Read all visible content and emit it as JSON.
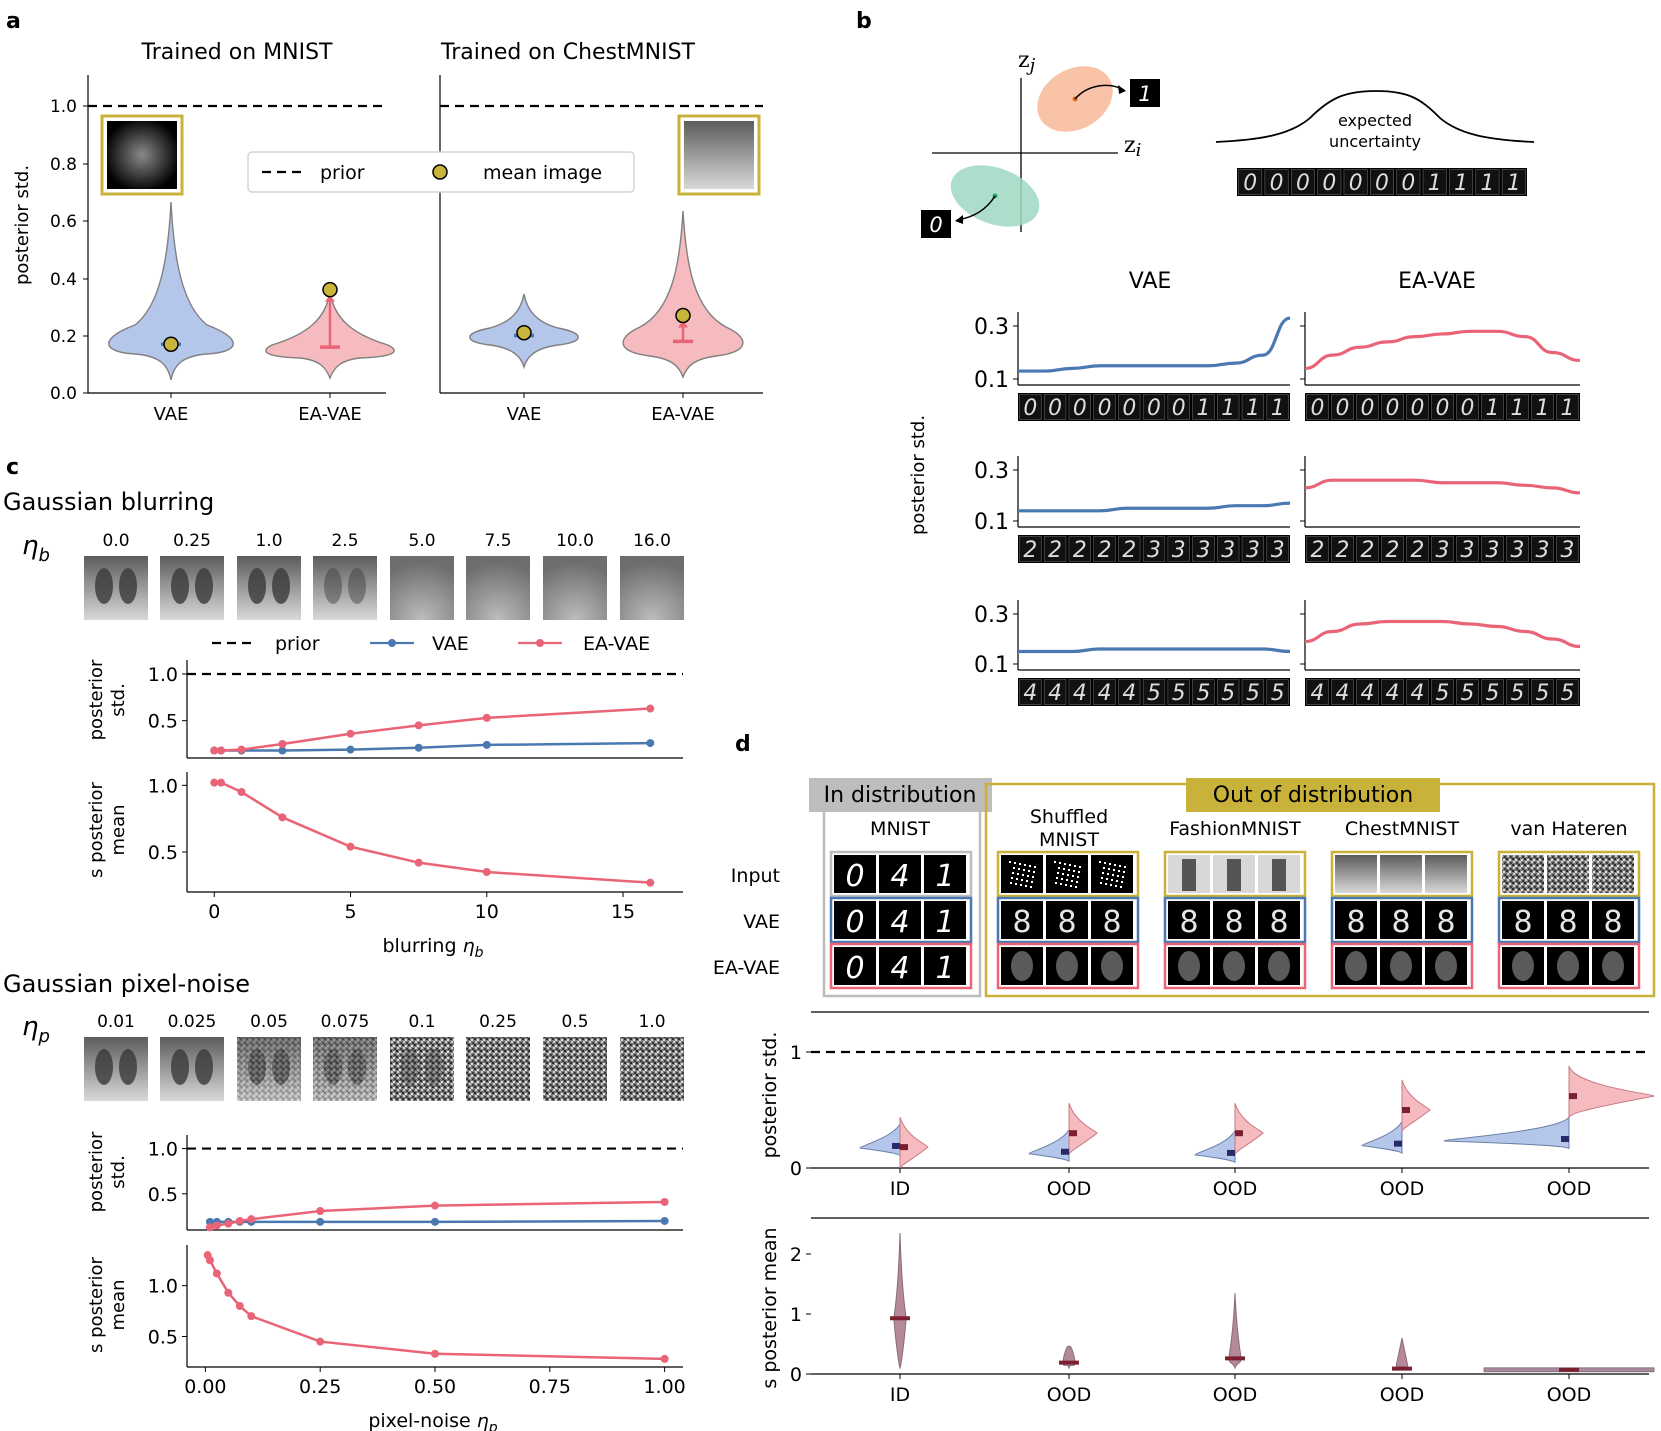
{
  "colors": {
    "vae": "#4a78b1",
    "eavae": "#e96477",
    "vae_fill": "#b4c6ea",
    "eavae_fill": "#f6bbbe",
    "mean_image": "#c9b43c",
    "gold_box": "#c8b23a",
    "gray_box": "#bdbdbd"
  },
  "panel_a": {
    "label": "a",
    "ylabel": "posterior std.",
    "yticks": [
      "0.0",
      "0.2",
      "0.4",
      "0.6",
      "0.8",
      "1.0"
    ],
    "legend": {
      "prior": "prior",
      "mean_image": "mean image"
    },
    "subplots": [
      {
        "title": "Trained on MNIST",
        "xticks": [
          "VAE",
          "EA-VAE"
        ]
      },
      {
        "title": "Trained on ChestMNIST",
        "xticks": [
          "VAE",
          "EA-VAE"
        ]
      }
    ]
  },
  "panel_b": {
    "label": "b",
    "axis_i": "z",
    "axis_i_sub": "i",
    "axis_j": "z",
    "axis_j_sub": "j",
    "digit_orange": "1",
    "digit_green": "0",
    "curve_label_1": "expected",
    "curve_label_2": "uncertainty",
    "strip_top": [
      "0",
      "0",
      "0",
      "0",
      "0",
      "0",
      "0",
      "1",
      "1",
      "1",
      "1"
    ],
    "col_titles": [
      "VAE",
      "EA-VAE"
    ],
    "ylabel": "posterior std.",
    "yticks": [
      "0.1",
      "0.3"
    ],
    "strips": [
      [
        "0",
        "0",
        "0",
        "0",
        "0",
        "0",
        "0",
        "1",
        "1",
        "1",
        "1"
      ],
      [
        "2",
        "2",
        "2",
        "2",
        "2",
        "3",
        "3",
        "3",
        "3",
        "3",
        "3"
      ],
      [
        "4",
        "4",
        "4",
        "4",
        "4",
        "5",
        "5",
        "5",
        "5",
        "5",
        "5"
      ]
    ]
  },
  "panel_c": {
    "label": "c",
    "blur": {
      "title": "Gaussian blurring",
      "eta": "η",
      "eta_sub": "b",
      "levels": [
        "0.0",
        "0.25",
        "1.0",
        "2.5",
        "5.0",
        "7.5",
        "10.0",
        "16.0"
      ],
      "legend": [
        "prior",
        "VAE",
        "EA-VAE"
      ],
      "ylabel_std": [
        "posterior",
        "std."
      ],
      "ylabel_s": [
        "s posterior",
        "mean"
      ],
      "xlabel": "blurring ",
      "xticks": [
        "0",
        "5",
        "10",
        "15"
      ]
    },
    "noise": {
      "title": "Gaussian pixel-noise",
      "eta": "η",
      "eta_sub": "p",
      "levels": [
        "0.01",
        "0.025",
        "0.05",
        "0.075",
        "0.1",
        "0.25",
        "0.5",
        "1.0"
      ],
      "ylabel_std": [
        "posterior",
        "std."
      ],
      "ylabel_s": [
        "s posterior",
        "mean"
      ],
      "xlabel": "pixel-noise ",
      "xticks": [
        "0.00",
        "0.25",
        "0.50",
        "0.75",
        "1.00"
      ]
    }
  },
  "panel_d": {
    "label": "d",
    "in_dist": "In distribution",
    "out_dist": "Out of distribution",
    "datasets": [
      "MNIST",
      "Shuffled",
      "MNIST",
      "FashionMNIST",
      "ChestMNIST",
      "van Hateren"
    ],
    "rows": [
      "Input",
      "VAE",
      "EA-VAE"
    ],
    "mnist_digits": [
      "0",
      "4",
      "1"
    ],
    "recon_digits": [
      "8",
      "8",
      "8"
    ],
    "ylabel_std": "posterior std.",
    "ylabel_s": "s posterior mean",
    "xticks": [
      "ID",
      "OOD",
      "OOD",
      "OOD",
      "OOD"
    ],
    "yticks_std": [
      "0",
      "1"
    ],
    "yticks_s": [
      "0",
      "1",
      "2"
    ]
  },
  "chart_data": [
    {
      "type": "violin",
      "title": "Trained on MNIST",
      "ylabel": "posterior std.",
      "ylim": [
        0.0,
        1.1
      ],
      "prior": 1.0,
      "categories": [
        "VAE",
        "EA-VAE"
      ],
      "median": [
        0.17,
        0.16
      ],
      "mean_image": [
        0.17,
        0.36
      ]
    },
    {
      "type": "violin",
      "title": "Trained on ChestMNIST",
      "ylabel": "posterior std.",
      "ylim": [
        0.0,
        1.1
      ],
      "prior": 1.0,
      "categories": [
        "VAE",
        "EA-VAE"
      ],
      "median": [
        0.2,
        0.18
      ],
      "mean_image": [
        0.21,
        0.27
      ]
    },
    {
      "type": "line",
      "ylabel": "posterior std.",
      "yticks": [
        0.1,
        0.3
      ],
      "series": [
        {
          "name": "VAE",
          "panel": "0 to 1",
          "values": [
            0.13,
            0.13,
            0.14,
            0.15,
            0.15,
            0.15,
            0.15,
            0.15,
            0.16,
            0.19,
            0.33
          ]
        },
        {
          "name": "EA-VAE",
          "panel": "0 to 1",
          "values": [
            0.14,
            0.19,
            0.22,
            0.24,
            0.26,
            0.27,
            0.28,
            0.28,
            0.26,
            0.2,
            0.17
          ]
        },
        {
          "name": "VAE",
          "panel": "2 to 3",
          "values": [
            0.14,
            0.14,
            0.14,
            0.14,
            0.15,
            0.15,
            0.15,
            0.15,
            0.16,
            0.16,
            0.17
          ]
        },
        {
          "name": "EA-VAE",
          "panel": "2 to 3",
          "values": [
            0.23,
            0.26,
            0.26,
            0.26,
            0.26,
            0.25,
            0.25,
            0.25,
            0.24,
            0.23,
            0.21
          ]
        },
        {
          "name": "VAE",
          "panel": "4 to 5",
          "values": [
            0.15,
            0.15,
            0.15,
            0.16,
            0.16,
            0.16,
            0.16,
            0.16,
            0.16,
            0.16,
            0.15
          ]
        },
        {
          "name": "EA-VAE",
          "panel": "4 to 5",
          "values": [
            0.19,
            0.23,
            0.26,
            0.27,
            0.27,
            0.27,
            0.26,
            0.25,
            0.23,
            0.2,
            0.17
          ]
        }
      ]
    },
    {
      "type": "line",
      "xlabel": "blurring ηb",
      "ylabel": "posterior std.",
      "prior": 1.0,
      "x": [
        0.0,
        0.25,
        1.0,
        2.5,
        5.0,
        7.5,
        10.0,
        16.0
      ],
      "series": [
        {
          "name": "VAE",
          "values": [
            0.18,
            0.18,
            0.18,
            0.18,
            0.19,
            0.21,
            0.24,
            0.26
          ]
        },
        {
          "name": "EA-VAE",
          "values": [
            0.18,
            0.18,
            0.19,
            0.25,
            0.36,
            0.45,
            0.53,
            0.63
          ]
        }
      ]
    },
    {
      "type": "line",
      "xlabel": "blurring ηb",
      "ylabel": "s posterior mean",
      "x": [
        0.0,
        0.25,
        1.0,
        2.5,
        5.0,
        7.5,
        10.0,
        16.0
      ],
      "series": [
        {
          "name": "EA-VAE",
          "values": [
            1.02,
            1.02,
            0.95,
            0.76,
            0.54,
            0.42,
            0.35,
            0.27
          ]
        }
      ]
    },
    {
      "type": "line",
      "xlabel": "pixel-noise ηp",
      "ylabel": "posterior std.",
      "prior": 1.0,
      "x": [
        0.01,
        0.025,
        0.05,
        0.075,
        0.1,
        0.25,
        0.5,
        1.0
      ],
      "series": [
        {
          "name": "VAE",
          "values": [
            0.19,
            0.19,
            0.19,
            0.19,
            0.19,
            0.19,
            0.19,
            0.2
          ]
        },
        {
          "name": "EA-VAE",
          "values": [
            0.13,
            0.15,
            0.17,
            0.2,
            0.22,
            0.31,
            0.37,
            0.41
          ]
        }
      ]
    },
    {
      "type": "line",
      "xlabel": "pixel-noise ηp",
      "ylabel": "s posterior mean",
      "x": [
        0.01,
        0.025,
        0.05,
        0.075,
        0.1,
        0.25,
        0.5,
        1.0
      ],
      "series": [
        {
          "name": "EA-VAE",
          "values": [
            1.3,
            1.25,
            1.12,
            0.93,
            0.8,
            0.7,
            0.45,
            0.33,
            0.28
          ]
        }
      ]
    },
    {
      "type": "split-violin",
      "ylabel": "posterior std.",
      "prior": 1.0,
      "categories": [
        "ID",
        "OOD",
        "OOD",
        "OOD",
        "OOD"
      ],
      "vae_median": [
        0.19,
        0.14,
        0.13,
        0.21,
        0.25
      ],
      "eavae_median": [
        0.18,
        0.3,
        0.3,
        0.5,
        0.62
      ]
    },
    {
      "type": "violin",
      "ylabel": "s posterior mean",
      "categories": [
        "ID",
        "OOD",
        "OOD",
        "OOD",
        "OOD"
      ],
      "median": [
        0.93,
        0.19,
        0.26,
        0.09,
        0.07
      ]
    }
  ]
}
